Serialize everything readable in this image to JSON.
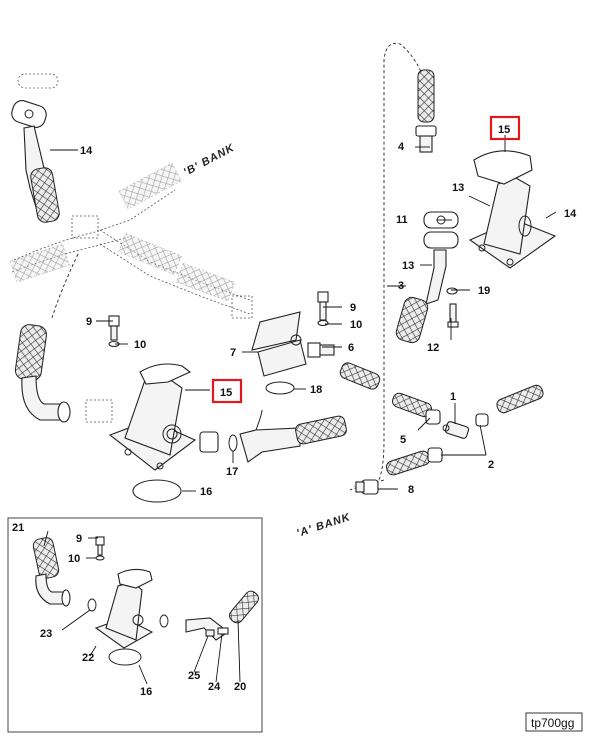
{
  "figure_tag": "tp700gg",
  "bank_labels": {
    "b_bank": "'B' BANK",
    "a_bank": "'A' BANK"
  },
  "callouts": {
    "c1": "1",
    "c2": "2",
    "c3": "3",
    "c4": "4",
    "c5": "5",
    "c6": "6",
    "c7": "7",
    "c8": "8",
    "c9_top": "9",
    "c9_left": "9",
    "c9_inset": "9",
    "c10_top": "10",
    "c10_left": "10",
    "c10_inset": "10",
    "c11": "11",
    "c12": "12",
    "c13_top": "13",
    "c13_mid": "13",
    "c14_left": "14",
    "c14_right": "14",
    "c15_top": "15",
    "c15_mid": "15",
    "c16_main": "16",
    "c16_inset": "16",
    "c17": "17",
    "c18": "18",
    "c19": "19",
    "c20": "20",
    "c21": "21",
    "c22": "22",
    "c23": "23",
    "c24": "24",
    "c25": "25"
  },
  "highlight_color": "#e0191c"
}
